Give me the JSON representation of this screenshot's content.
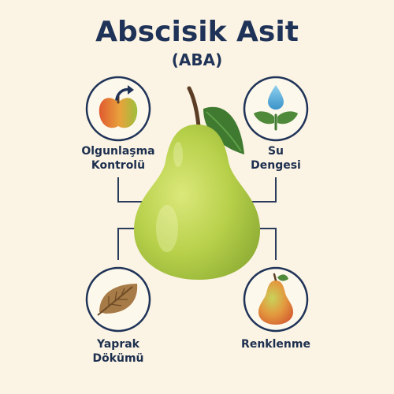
{
  "title": "Abscisik Asit",
  "subtitle": "(ABA)",
  "colors": {
    "background": "#fbf3e3",
    "navy": "#1f3358",
    "pear_green": "#b6d14a",
    "leaf_green": "#4f8a3a",
    "water_blue": "#5aaed8",
    "dry_leaf": "#a77b47"
  },
  "effects": [
    {
      "id": "ripening",
      "icon": "apple-arrow-icon",
      "label_lines": [
        "Olgunlaşma",
        "Kontrolü"
      ]
    },
    {
      "id": "water",
      "icon": "water-drop-leaves-icon",
      "label_lines": [
        "Su",
        "Dengesi"
      ]
    },
    {
      "id": "leaf_drop",
      "icon": "dry-leaf-icon",
      "label_lines": [
        "Yaprak",
        "Dökümü"
      ]
    },
    {
      "id": "coloring",
      "icon": "ripe-pear-icon",
      "label_lines": [
        "Renklenme"
      ]
    }
  ]
}
